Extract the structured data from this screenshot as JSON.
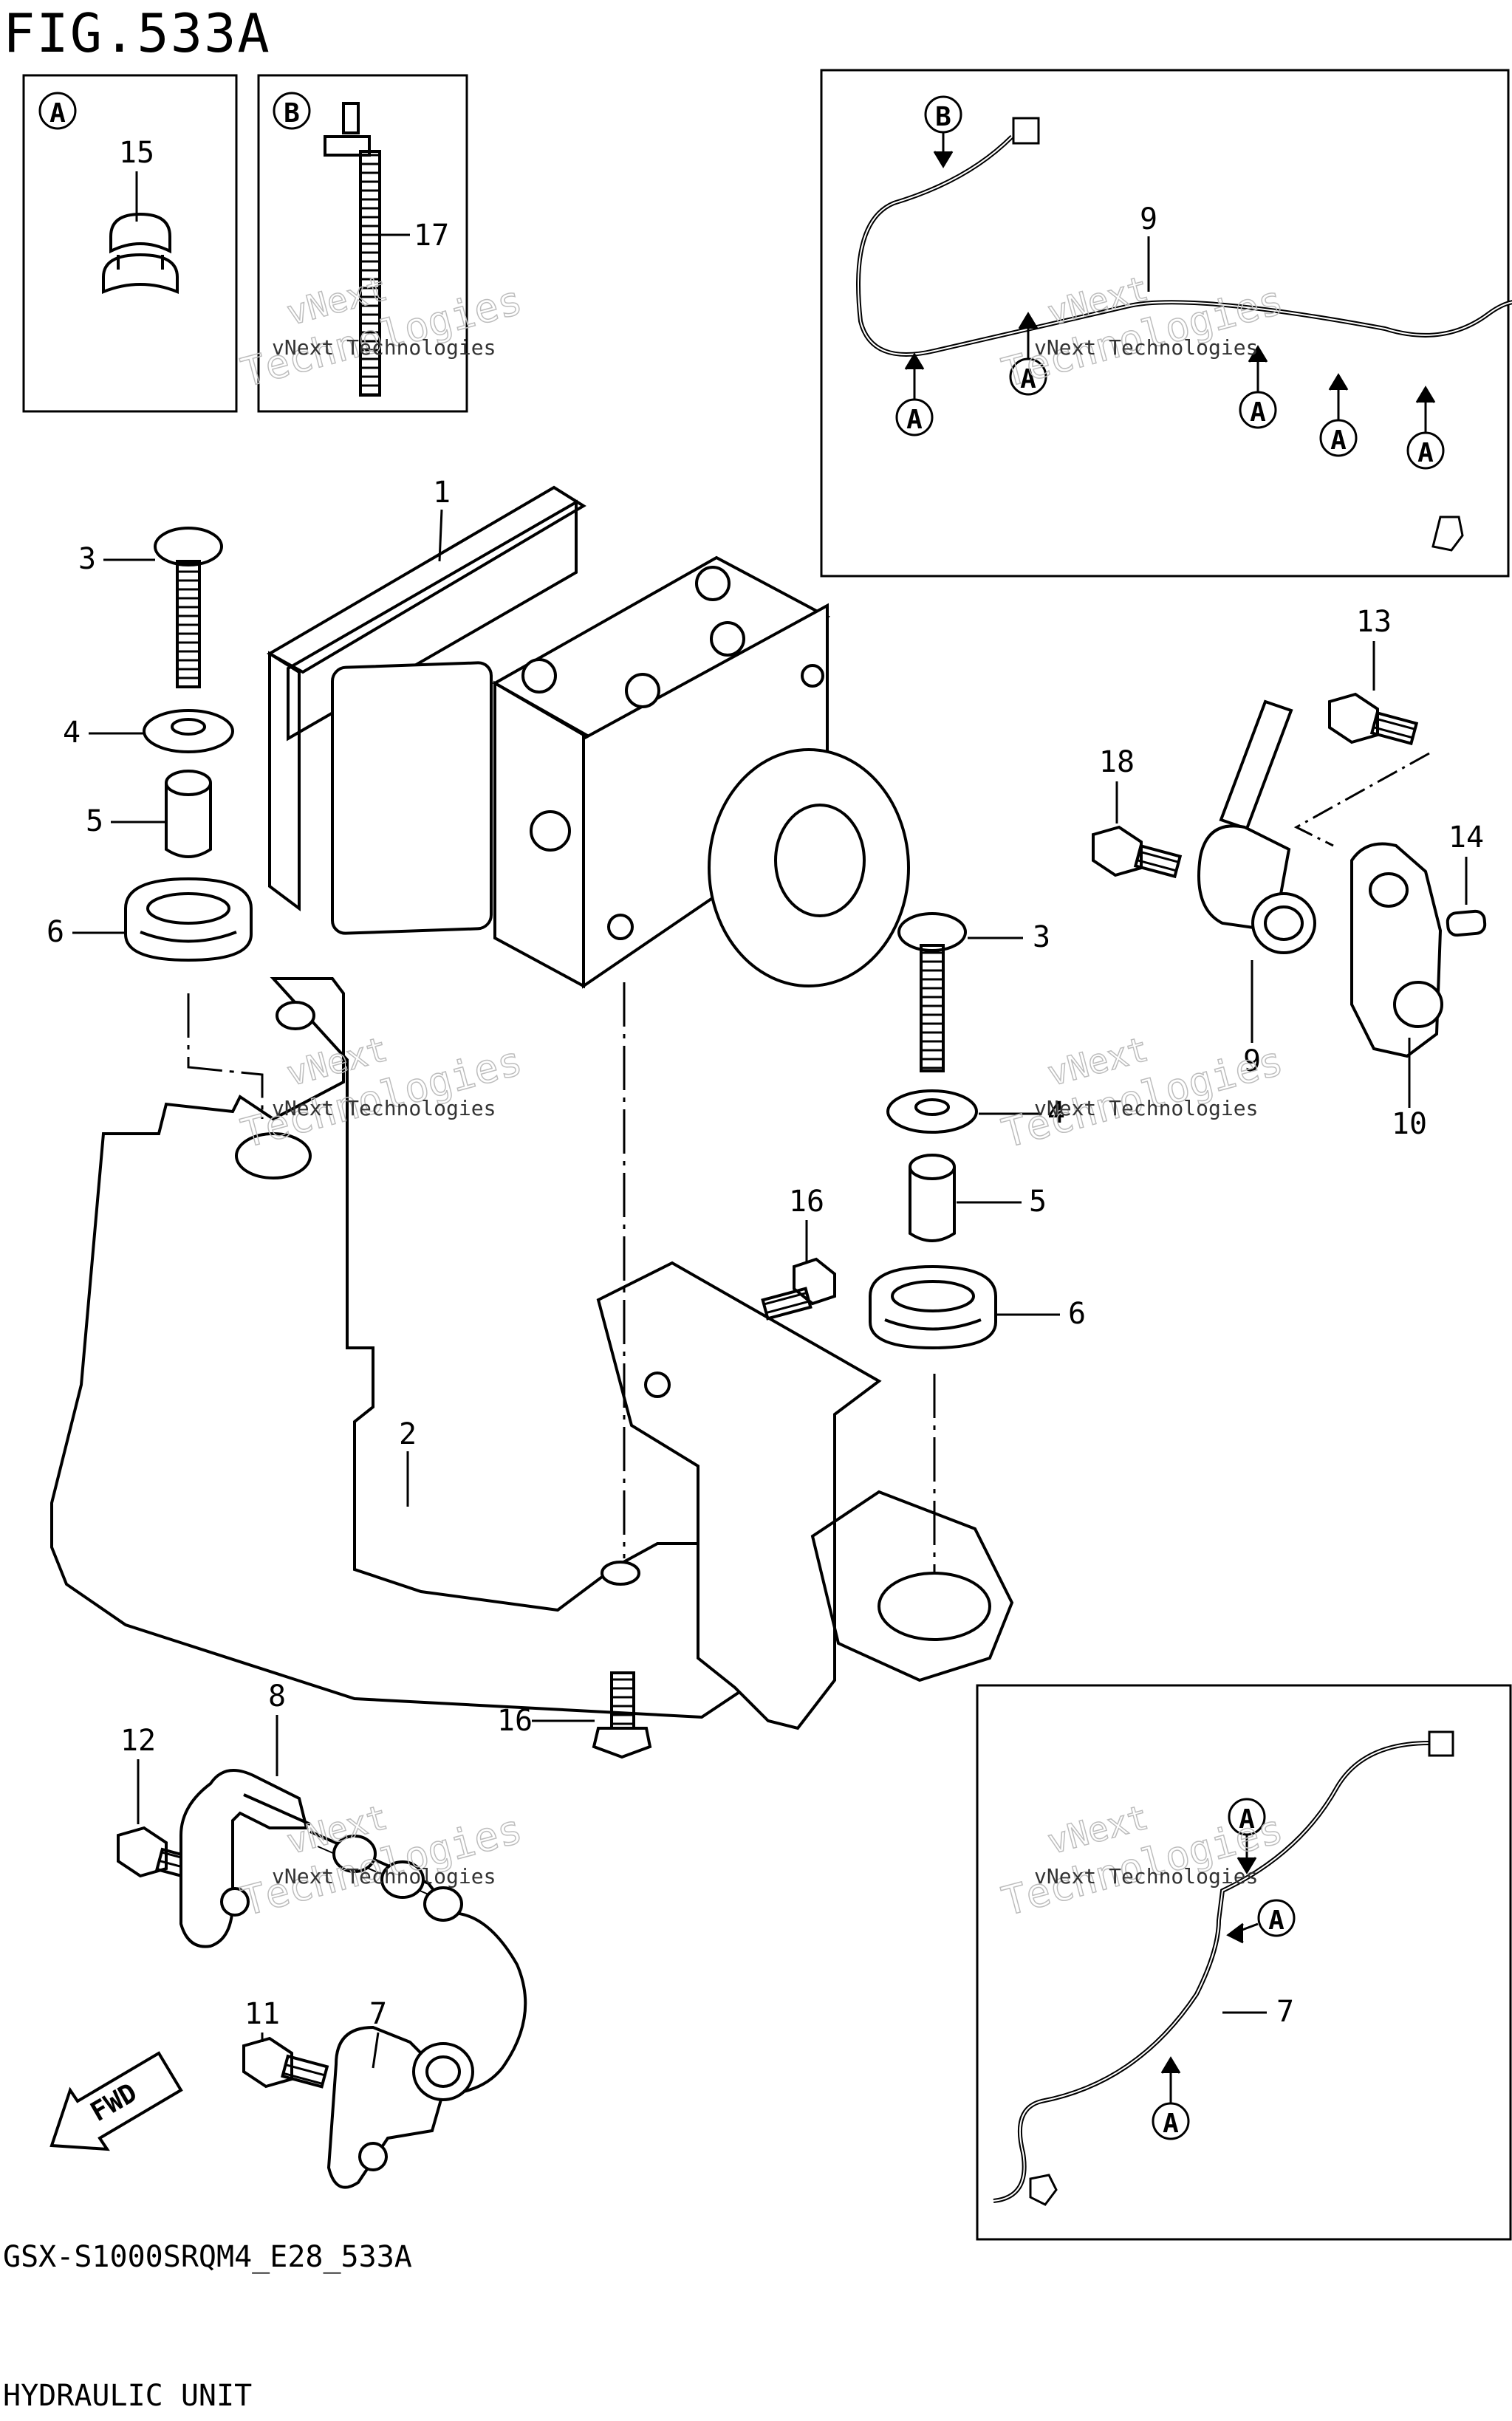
{
  "figure": {
    "title": "FIG.533A",
    "code": "GSX-S1000SRQM4_E28_533A",
    "name": "HYDRAULIC UNIT"
  },
  "insets": {
    "a_label": "A",
    "b_label": "B"
  },
  "watermark": {
    "line1": "vNext Technologies",
    "line2": "vNext",
    "line3": "Technologies"
  },
  "fwd_label": "FWD",
  "callouts": {
    "n1": "1",
    "n2": "2",
    "n3a": "3",
    "n3b": "3",
    "n4a": "4",
    "n4b": "4",
    "n5a": "5",
    "n5b": "5",
    "n6a": "6",
    "n6b": "6",
    "n7a": "7",
    "n7b": "7",
    "n8": "8",
    "n9a": "9",
    "n9b": "9",
    "n10": "10",
    "n11": "11",
    "n12": "12",
    "n13": "13",
    "n14": "14",
    "n15": "15",
    "n16a": "16",
    "n16b": "16",
    "n17": "17",
    "n18": "18"
  },
  "colors": {
    "ink": "#000000",
    "watermark": "#bdbdbd",
    "paper": "#ffffff"
  }
}
